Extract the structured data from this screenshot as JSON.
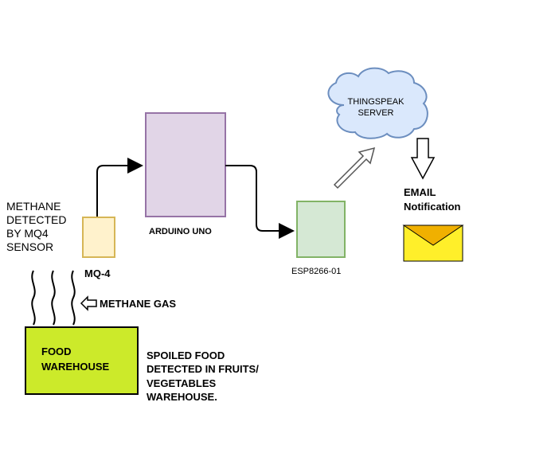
{
  "labels": {
    "methane_detected": [
      "METHANE",
      "DETECTED",
      "BY MQ4",
      "SENSOR"
    ],
    "mq4": "MQ-4",
    "arduino": "ARDUINO UNO",
    "esp": "ESP8266-01",
    "cloud": [
      "THINGSPEAK",
      "SERVER"
    ],
    "email": [
      "EMAIL",
      "Notification"
    ],
    "methane_gas": "METHANE GAS",
    "warehouse": [
      "FOOD",
      "WAREHOUSE"
    ],
    "spoiled": [
      "SPOILED FOOD",
      "DETECTED IN FRUITS/",
      "VEGETABLES",
      "WAREHOUSE."
    ]
  },
  "colors": {
    "mq4_fill": "#fff2cc",
    "mq4_stroke": "#d6b656",
    "arduino_fill": "#e1d5e7",
    "arduino_stroke": "#9673a6",
    "esp_fill": "#d5e8d4",
    "esp_stroke": "#82b366",
    "cloud_fill": "#dae8fc",
    "cloud_stroke": "#6c8ebf",
    "warehouse_fill": "#ccea2a",
    "envelope_fill": "#ffef2a",
    "envelope_flap": "#f0b000"
  },
  "icons": {
    "envelope": "envelope-icon",
    "cloud": "cloud-shape",
    "gas": "wavy-gas-lines"
  }
}
